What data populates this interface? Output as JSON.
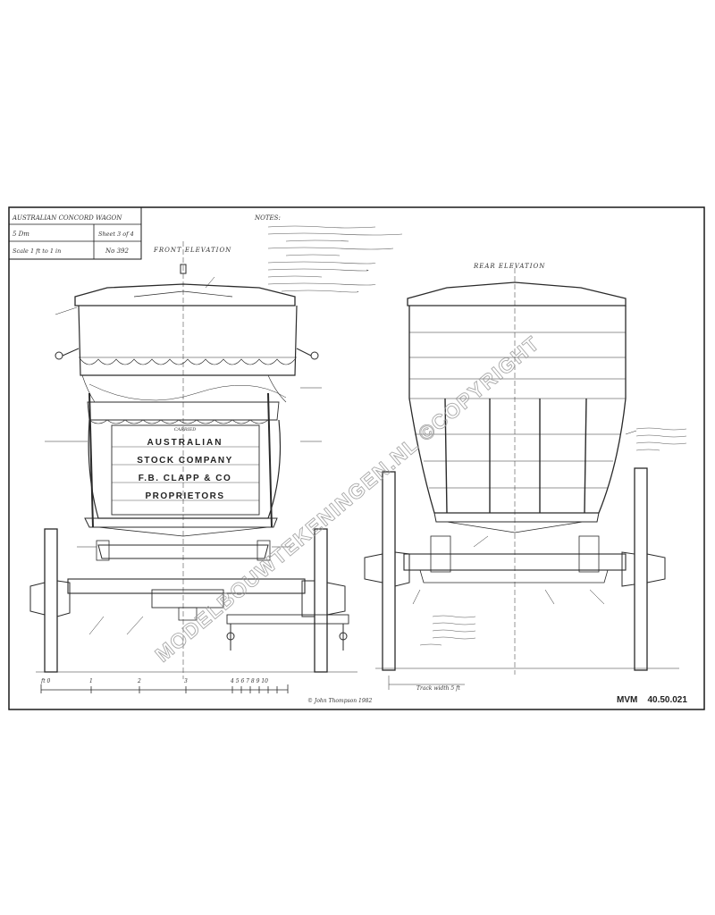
{
  "title_block": {
    "name": "AUSTRALIAN CONCORD WAGON",
    "row2_left": "5 Dm",
    "row2_right": "Sheet 3 of 4",
    "row3_left": "Scale 1 ft to 1 in",
    "row3_right": "No 392"
  },
  "views": {
    "front": "FRONT ELEVATION",
    "rear": "REAR ELEVATION"
  },
  "notes_heading": "NOTES:",
  "lettering": {
    "small_top": "CARRIED",
    "line1": "AUSTRALIAN",
    "line2": "STOCK COMPANY",
    "line3": "F.B. CLAPP & CO",
    "line4": "PROPRIETORS"
  },
  "dimension": "Track width 5 ft",
  "scale_ticks": [
    "ft 0",
    "1",
    "2",
    "3",
    "4 5 6 7 8 9 10"
  ],
  "author": "© John Thompson 1982",
  "reference": "MVM    40.50.021",
  "watermark": "MODELBOUWTEKENINGEN.NL ©COPYRIGHT",
  "colors": {
    "line": "#2a2a2a",
    "border": "#1a1a1a",
    "watermark": "#9a9a9a"
  }
}
